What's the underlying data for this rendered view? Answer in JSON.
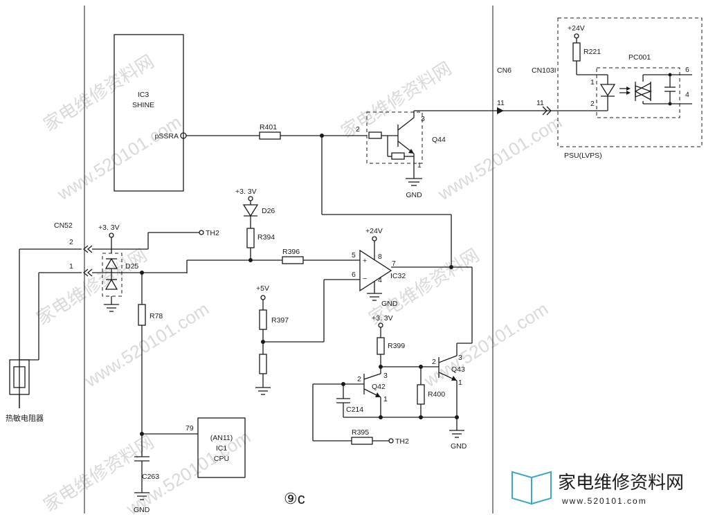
{
  "ic3": {
    "name": "IC3",
    "sub": "SHINE",
    "pin": "pSSRA"
  },
  "resistors": {
    "r401": "R401",
    "r394": "R394",
    "r396": "R396",
    "r397": "R397",
    "r399": "R399",
    "r400": "R400",
    "r395": "R395",
    "r78": "R78",
    "r221": "R221"
  },
  "caps": {
    "c214": "C214",
    "c263": "C263"
  },
  "diodes": {
    "d26": "D26",
    "d25": "D25"
  },
  "transistors": {
    "q44": "Q44",
    "q42": "Q42",
    "q43": "Q43"
  },
  "opamp": {
    "name": "IC32",
    "plus": "+",
    "minus": "−"
  },
  "supplies": {
    "v33": "+3. 3V",
    "v24": "+24V",
    "v5": "+5V",
    "gnd": "GND"
  },
  "connectors": {
    "cn52": "CN52",
    "cn6": "CN6",
    "cn103": "CN103I",
    "th2": "TH2"
  },
  "pins": {
    "p1": "1",
    "p2": "2",
    "p3": "3",
    "p4": "4",
    "p5": "5",
    "p6": "6",
    "p7": "7",
    "p8": "8",
    "p11": "11",
    "p79": "79"
  },
  "cpu": {
    "l1": "(AN11)",
    "l2": "IC1",
    "l3": "CPU"
  },
  "psu": {
    "label": "PSU(LVPS)",
    "pc": "PC001"
  },
  "thermistor": "热敏电阻器",
  "figure": "⑨c",
  "watermark": {
    "text1": "家电维修资料网",
    "text2": "www.520101.com",
    "brand": "家电维修资料网",
    "brand_url": "www.520101.com"
  },
  "colors": {
    "ink": "#1a1a1a",
    "watermark": "#d9d9d9",
    "brand": "#3aa8c8"
  }
}
